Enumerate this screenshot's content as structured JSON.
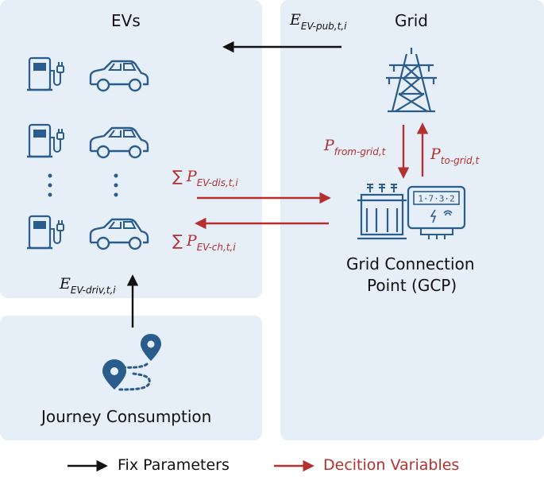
{
  "panels": {
    "evs_title": "EVs",
    "grid_title": "Grid",
    "journey_title": "Journey Consumption",
    "gcp_title_line1": "Grid Connection",
    "gcp_title_line2": "Point (GCP)"
  },
  "flows": {
    "e_pub": {
      "main": "E",
      "sub": "EV-pub,t,i"
    },
    "e_driv": {
      "main": "E",
      "sub": "EV-driv,t,i"
    },
    "p_from": {
      "main": "P",
      "sub": "from-grid,t"
    },
    "p_to": {
      "main": "P",
      "sub": "to-grid,t"
    },
    "p_dis": {
      "sum": "∑",
      "main": "P",
      "sub": "EV-dis,t,i"
    },
    "p_ch": {
      "sum": "∑",
      "main": "P",
      "sub": "EV-ch,t,i"
    }
  },
  "meter_digits": "1·7·3·2",
  "legend": {
    "fixed": "Fix Parameters",
    "decision": "Decition Variables"
  },
  "colors": {
    "panel": "#e6eef8",
    "icon": "#2a5c8c",
    "decision": "#b53030",
    "fixed": "#111111"
  },
  "icons": [
    "charging-station-icon",
    "car-icon",
    "transmission-tower-icon",
    "transformer-icon",
    "smart-meter-icon",
    "map-route-icon"
  ]
}
